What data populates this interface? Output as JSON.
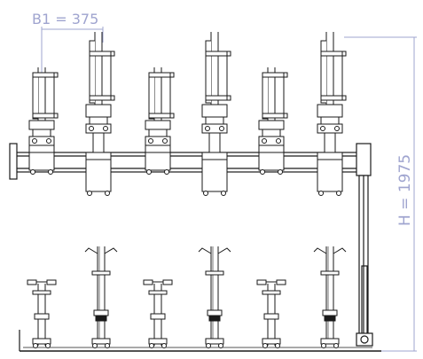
{
  "dimensions": {
    "spacing_label": "B1 = 375",
    "height_label": "H = 1975"
  },
  "colors": {
    "line": "#1a1a1a",
    "dimension": "#9fa4cf",
    "background": "#ffffff"
  },
  "rack": {
    "upper_holders": 6,
    "lower_holders": 6
  }
}
